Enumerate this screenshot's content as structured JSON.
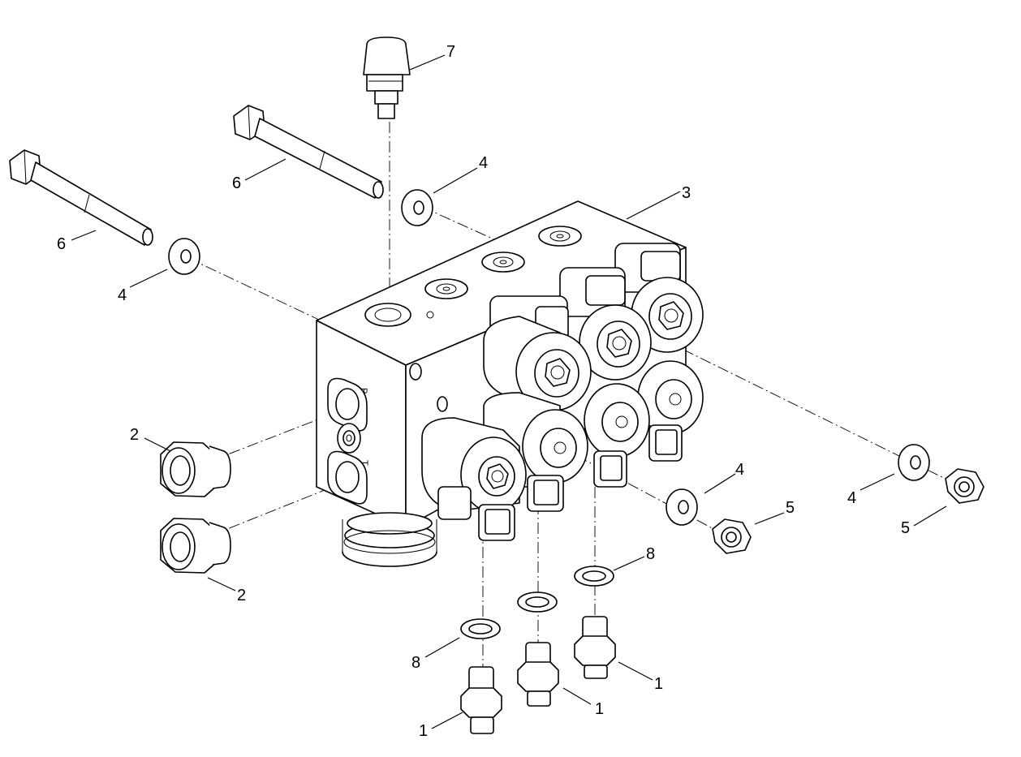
{
  "callouts": {
    "c1a": "1",
    "c1b": "1",
    "c1c": "1",
    "c2a": "2",
    "c2b": "2",
    "c3": "3",
    "c4a": "4",
    "c4b": "4",
    "c4c": "4",
    "c4d": "4",
    "c5a": "5",
    "c5b": "5",
    "c6a": "6",
    "c6b": "6",
    "c7": "7",
    "c8a": "8",
    "c8b": "8"
  },
  "ports": {
    "p": "P",
    "t": "T"
  }
}
